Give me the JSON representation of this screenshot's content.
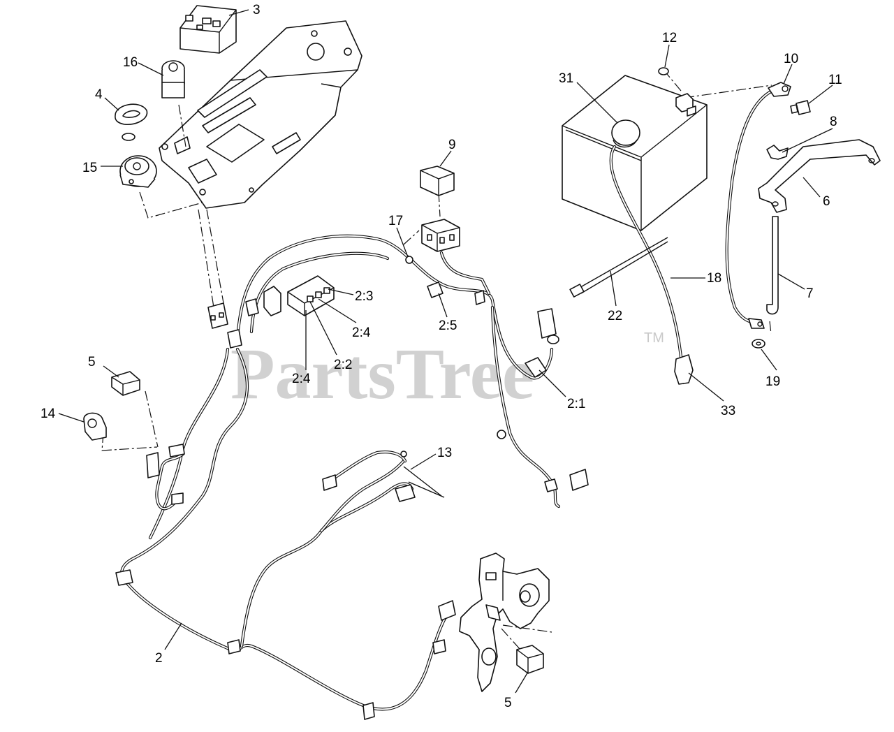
{
  "watermark": {
    "brand": "PartsTree",
    "trademark": "TM"
  },
  "callouts": [
    {
      "id": "c3",
      "label": "3"
    },
    {
      "id": "c16",
      "label": "16"
    },
    {
      "id": "c4",
      "label": "4"
    },
    {
      "id": "c15",
      "label": "15"
    },
    {
      "id": "c9",
      "label": "9"
    },
    {
      "id": "c17",
      "label": "17"
    },
    {
      "id": "c2-3",
      "label": "2:3"
    },
    {
      "id": "c2-4a",
      "label": "2:4"
    },
    {
      "id": "c2-2",
      "label": "2:2"
    },
    {
      "id": "c2-4b",
      "label": "2:4"
    },
    {
      "id": "c2-5",
      "label": "2:5"
    },
    {
      "id": "c2-1",
      "label": "2:1"
    },
    {
      "id": "c5a",
      "label": "5"
    },
    {
      "id": "c14",
      "label": "14"
    },
    {
      "id": "c13",
      "label": "13"
    },
    {
      "id": "c2",
      "label": "2"
    },
    {
      "id": "c5b",
      "label": "5"
    },
    {
      "id": "c12",
      "label": "12"
    },
    {
      "id": "c10",
      "label": "10"
    },
    {
      "id": "c11",
      "label": "11"
    },
    {
      "id": "c31",
      "label": "31"
    },
    {
      "id": "c8",
      "label": "8"
    },
    {
      "id": "c6",
      "label": "6"
    },
    {
      "id": "c7",
      "label": "7"
    },
    {
      "id": "c18",
      "label": "18"
    },
    {
      "id": "c22",
      "label": "22"
    },
    {
      "id": "c19",
      "label": "19"
    },
    {
      "id": "c33",
      "label": "33"
    }
  ]
}
